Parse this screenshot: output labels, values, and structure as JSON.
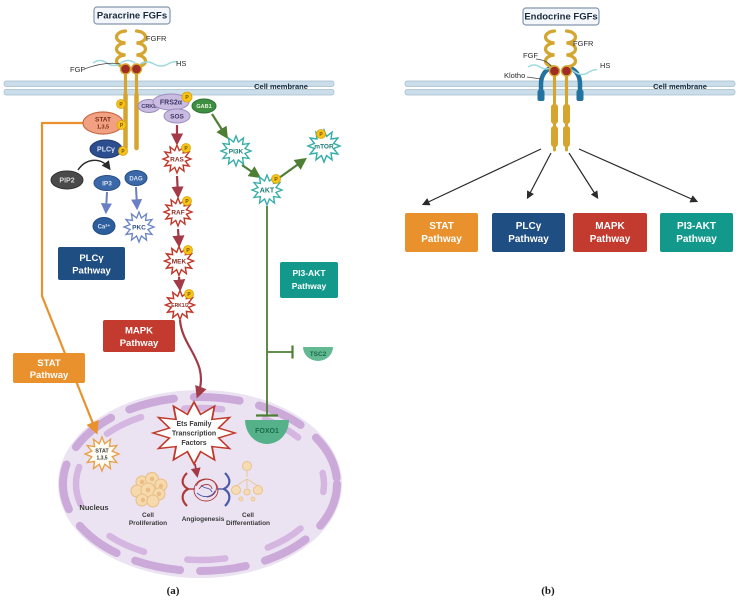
{
  "p": "P",
  "a": {
    "caption": "(a)",
    "title": "Paracrine FGFs",
    "membrane": "Cell membrane",
    "fgfr": "FGFR",
    "fgf": "FGF",
    "hs": "HS",
    "crkl": "CRKL",
    "frs2a": "FRS2α",
    "sos": "SOS",
    "gab1": "GAB1",
    "stat1": "STAT",
    "stat2": "1,3,5",
    "plcg": "PLCγ",
    "pip2": "PIP2",
    "ip3": "IP3",
    "dag": "DAG",
    "ca": "Ca²⁺",
    "pkc": "PKC",
    "ras": "RAS",
    "raf": "RAF",
    "mek": "MEK",
    "erk": "ERK1/2",
    "pi3k": "PI3K",
    "akt": "AKT",
    "mtor": "mTOR",
    "tsc2": "TSC2",
    "foxo1": "FOXO1",
    "box_plc1": "PLCγ",
    "box_plc2": "Pathway",
    "box_mapk1": "MAPK",
    "box_mapk2": "Pathway",
    "box_pi3akt1": "PI3-AKT",
    "box_pi3akt2": "Pathway",
    "box_stat1": "STAT",
    "box_stat2": "Pathway",
    "nucleus": "Nucleus",
    "ets1": "Ets Family",
    "ets2": "Transcription",
    "ets3": "Factors",
    "out1a": "Cell",
    "out1b": "Proliferation",
    "out2": "Angiogenesis",
    "out3a": "Cell",
    "out3b": "Differentiation"
  },
  "b": {
    "caption": "(b)",
    "title": "Endocrine FGFs",
    "membrane": "Cell membrane",
    "fgfr": "FGFR",
    "fgf": "FGF",
    "hs": "HS",
    "klotho": "Klotho",
    "box_stat1": "STAT",
    "box_stat2": "Pathway",
    "box_plc1": "PLCγ",
    "box_plc2": "Pathway",
    "box_mapk1": "MAPK",
    "box_mapk2": "Pathway",
    "box_pi3akt1": "PI3-AKT",
    "box_pi3akt2": "Pathway"
  },
  "colors": {
    "receptor_gold": "#D4A62F",
    "ligand_red": "#A02C26",
    "membrane_blue": "#CBDDE9",
    "purple_node": "#C9BCE0",
    "green_node": "#3F8F42",
    "stat_salmon": "#F2A082",
    "dark_blue_node": "#2C4E8E",
    "gray_node": "#4A4A4A",
    "pathway_orange": "#E8912D",
    "pathway_blue": "#1F4E83",
    "pathway_red": "#C23B2E",
    "pathway_teal": "#13998C",
    "red_star": "#C0392B",
    "teal_star": "#35ADA8",
    "blue_star": "#6C85C4",
    "green_arrow": "#4E7E34",
    "dark_red_arrow": "#A33A47",
    "blue_arrow": "#6B7FC4",
    "orange_line": "#E8912D",
    "p_yellow": "#F6C318",
    "foxo_green": "#55B189",
    "nucleus_fill": "#EBE3F2",
    "nucleus_border": "#CBA9D8",
    "klotho_blue": "#2273A0"
  }
}
